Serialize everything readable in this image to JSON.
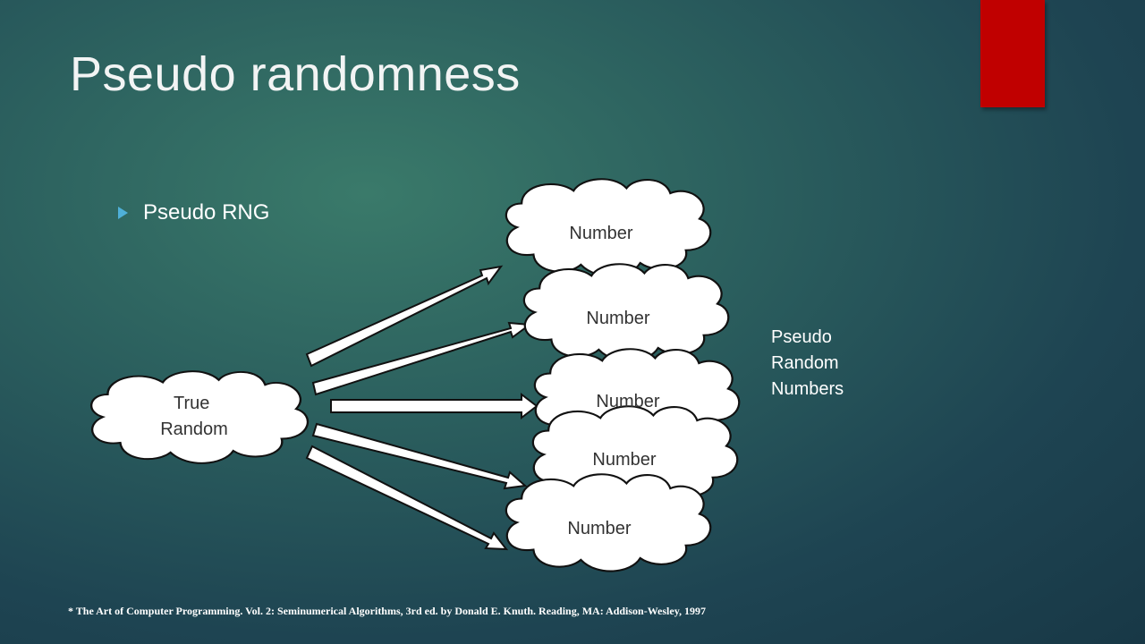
{
  "slide": {
    "title": "Pseudo randomness",
    "bullet": "Pseudo RNG",
    "side_label_lines": [
      "Pseudo",
      "Random",
      "Numbers"
    ],
    "source_label_lines": [
      "True",
      "Random"
    ],
    "number_label": "Number",
    "footnote": "* The Art of Computer Programming. Vol. 2: Seminumerical Algorithms, 3rd ed. by Donald E. Knuth. Reading, MA: Addison-Wesley, 1997"
  },
  "colors": {
    "accent_tab": "#c00000",
    "bullet_marker": "#4fb0d8",
    "text": "#ffffff"
  }
}
